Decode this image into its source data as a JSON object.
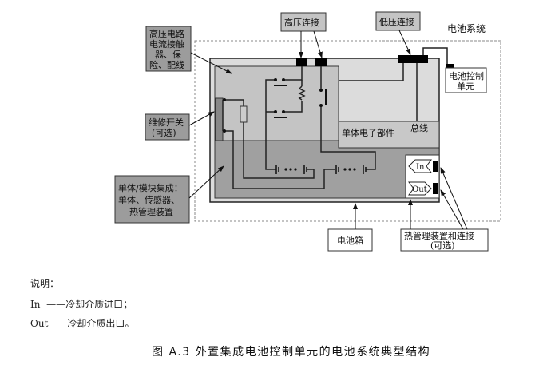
{
  "labels": {
    "hv_circuit": [
      "高压电路",
      "电流接触",
      "器、保",
      "险、配线"
    ],
    "hv_connection": "高压连接",
    "lv_connection": "低压连接",
    "battery_system": "电池系统",
    "bcu": [
      "电池控制",
      "单元"
    ],
    "service_switch": [
      "维修开关",
      "(可选)"
    ],
    "module_integration": [
      "单体/模块集成：",
      "单体、传感器、",
      "热管理装置"
    ],
    "cell_electronics": "单体电子部件",
    "bus": "总线",
    "coolant_in": "In",
    "coolant_out": "Out",
    "battery_box": "电池箱",
    "thermal_mgmt": [
      "热管理装置和连接",
      "(可选)"
    ]
  },
  "notes": {
    "title": "说明：",
    "items": [
      "In  ——冷却介质进口；",
      "Out——冷却介质出口。"
    ]
  },
  "caption": "图 A.3   外置集成电池控制单元的电池系统典型结构",
  "colors": {
    "box_gray": "#9c9c9c",
    "outer_light": "#dcdcdc",
    "hv_area": "#c4c4c4",
    "cell_area": "#a0a0a0",
    "connector": "#000000"
  }
}
